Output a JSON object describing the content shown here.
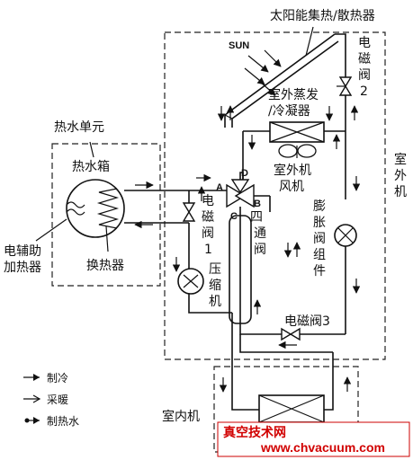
{
  "labels": {
    "solar_collector": "太阳能集热/散热器",
    "sun": "SUN",
    "solenoid_valve_2": [
      "电",
      "磁",
      "阀",
      "2"
    ],
    "outdoor_evap_cond_line1": "室外蒸发",
    "outdoor_evap_cond_line2": "/冷凝器",
    "outdoor_fan_line1": "室外机",
    "outdoor_fan_line2": "风机",
    "hot_water_unit": "热水单元",
    "hot_water_tank": "热水箱",
    "aux_heater_line1": "电辅助",
    "aux_heater_line2": "加热器",
    "heat_exchanger": "换热器",
    "solenoid_valve_1": [
      "电",
      "磁",
      "阀",
      "1"
    ],
    "four_way_valve": [
      "四",
      "通",
      "阀"
    ],
    "compressor": [
      "压",
      "缩",
      "机"
    ],
    "expansion_valve": [
      "膨",
      "胀",
      "阀",
      "组",
      "件"
    ],
    "outdoor_unit": [
      "室",
      "外",
      "机"
    ],
    "solenoid_valve_3": "电磁阀3",
    "indoor_unit": "室内机",
    "port_a": "A",
    "port_b": "B",
    "port_c": "C",
    "port_d": "D"
  },
  "legend": [
    {
      "label": "制冷",
      "marker": "filled-arrow"
    },
    {
      "label": "采暖",
      "marker": "open-arrow"
    },
    {
      "label": "制热水",
      "marker": "circle-arrow"
    }
  ],
  "watermark": {
    "title": "真空技术网",
    "url": "www.chvacuum.com"
  }
}
